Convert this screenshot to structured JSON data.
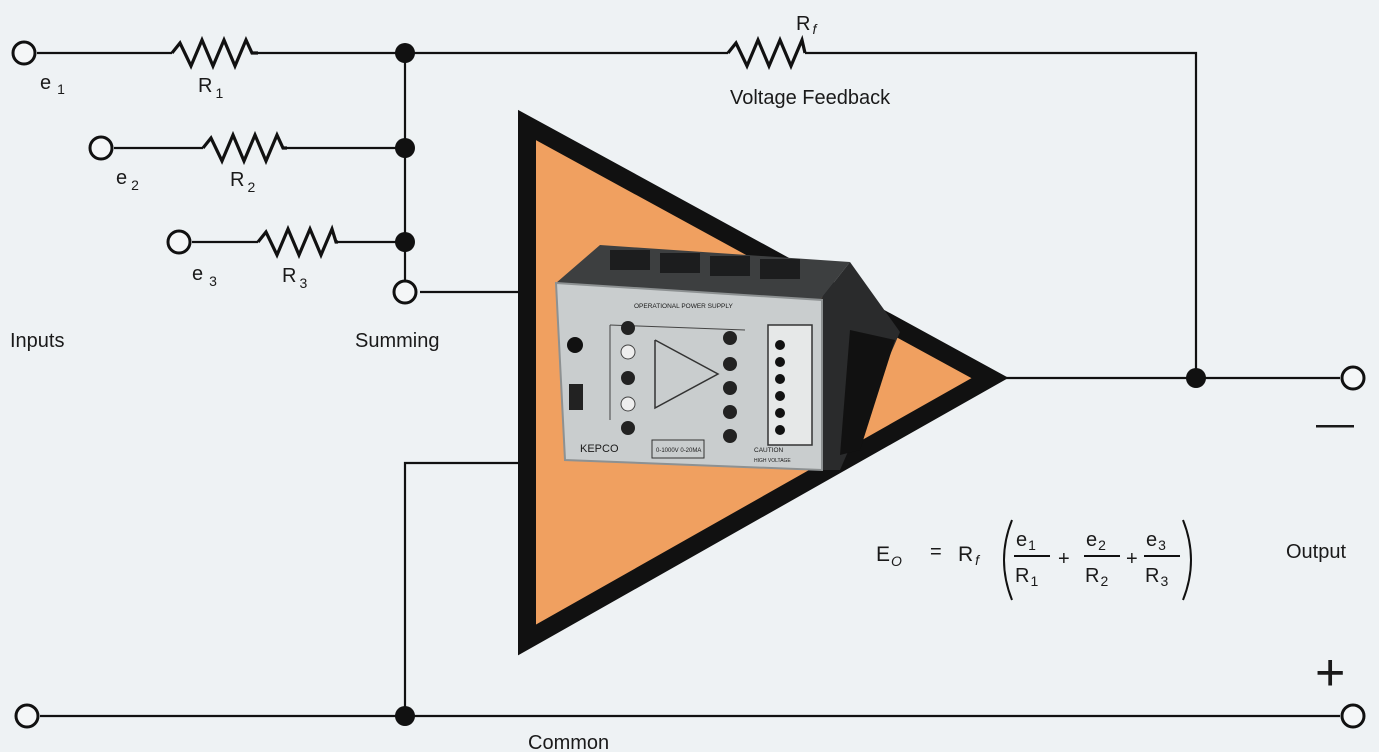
{
  "inputs": [
    {
      "signal": "e",
      "sub": "1",
      "resistor": "R",
      "rsub": "1"
    },
    {
      "signal": "e",
      "sub": "2",
      "resistor": "R",
      "rsub": "2"
    },
    {
      "signal": "e",
      "sub": "3",
      "resistor": "R",
      "rsub": "3"
    }
  ],
  "feedback": {
    "resistor": "R",
    "rsub": "f",
    "label": "Voltage Feedback"
  },
  "labels": {
    "inputs": "Inputs",
    "summing": "Summing",
    "output": "Output",
    "common": "Common",
    "minus": "—",
    "plus": "+"
  },
  "device": {
    "title": "OPERATIONAL POWER SUPPLY",
    "brand": "KEPCO",
    "rating": "0-1000V 0-20MA",
    "caution": "CAUTION",
    "caution_sub": "HIGH VOLTAGE"
  },
  "equation": {
    "lhs": "E",
    "lhs_sub": "O",
    "eq": "=",
    "gain": "R",
    "gain_sub": "f",
    "terms": [
      {
        "num": "e",
        "num_sub": "1",
        "den": "R",
        "den_sub": "1"
      },
      {
        "num": "e",
        "num_sub": "2",
        "den": "R",
        "den_sub": "2"
      },
      {
        "num": "e",
        "num_sub": "3",
        "den": "R",
        "den_sub": "3"
      }
    ],
    "plus": "+"
  },
  "colors": {
    "triangle_fill": "#f0a060",
    "triangle_stroke": "#111111",
    "panel": "#c9cdce",
    "wire": "#111111"
  }
}
